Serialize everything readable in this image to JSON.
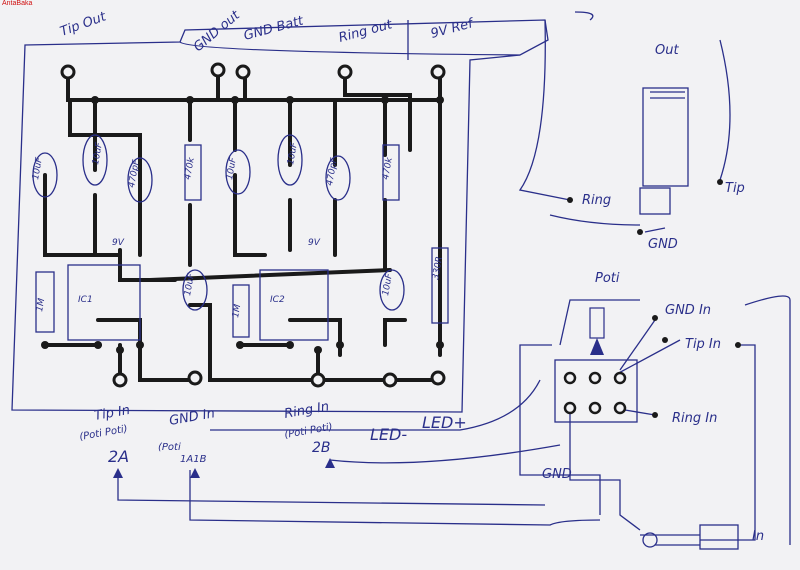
{
  "watermark": "AntaBaka",
  "colors": {
    "ink": "#2a2f8a",
    "trace": "#1a1a1a",
    "paper": "#f2f2f4",
    "watermark": "#d01010"
  },
  "labels": {
    "tip_out": "Tip Out",
    "gnd_out": "GND out",
    "gnd_batt": "GND Batt",
    "ring_out": "Ring out",
    "v9_ref": "9V Ref",
    "out": "Out",
    "ring": "Ring",
    "tip": "Tip",
    "gnd": "GND",
    "poti": "Poti",
    "gnd_in": "GND In",
    "tip_in": "Tip In",
    "ring_in": "Ring In",
    "gnd2": "GND",
    "in": "In",
    "tip_in_bottom": "Tip In",
    "poti_pot2a": "(Poti Poti)",
    "v2a": "2A",
    "gnd_in_bottom": "GND In",
    "poti_1a1b": "(Poti",
    "v1a1b": "1A1B",
    "ring_in_bottom": "Ring In",
    "poti_pot2b": "(Poti Poti)",
    "v2b": "2B",
    "led_minus": "LED-",
    "led_plus": "LED+",
    "ic1": "IC1",
    "ic2": "IC2",
    "c1": "10uF",
    "c2": "10uF",
    "c3": "470pF",
    "c4": "10uF",
    "c5": "10uF",
    "c6": "470pF",
    "c7": "10uF",
    "c8": "10uF",
    "r1": "470k",
    "r2": "470k",
    "r3": "1M",
    "r4": "1M",
    "r5": "330R",
    "v9a": "9V",
    "v9b": "9V"
  }
}
